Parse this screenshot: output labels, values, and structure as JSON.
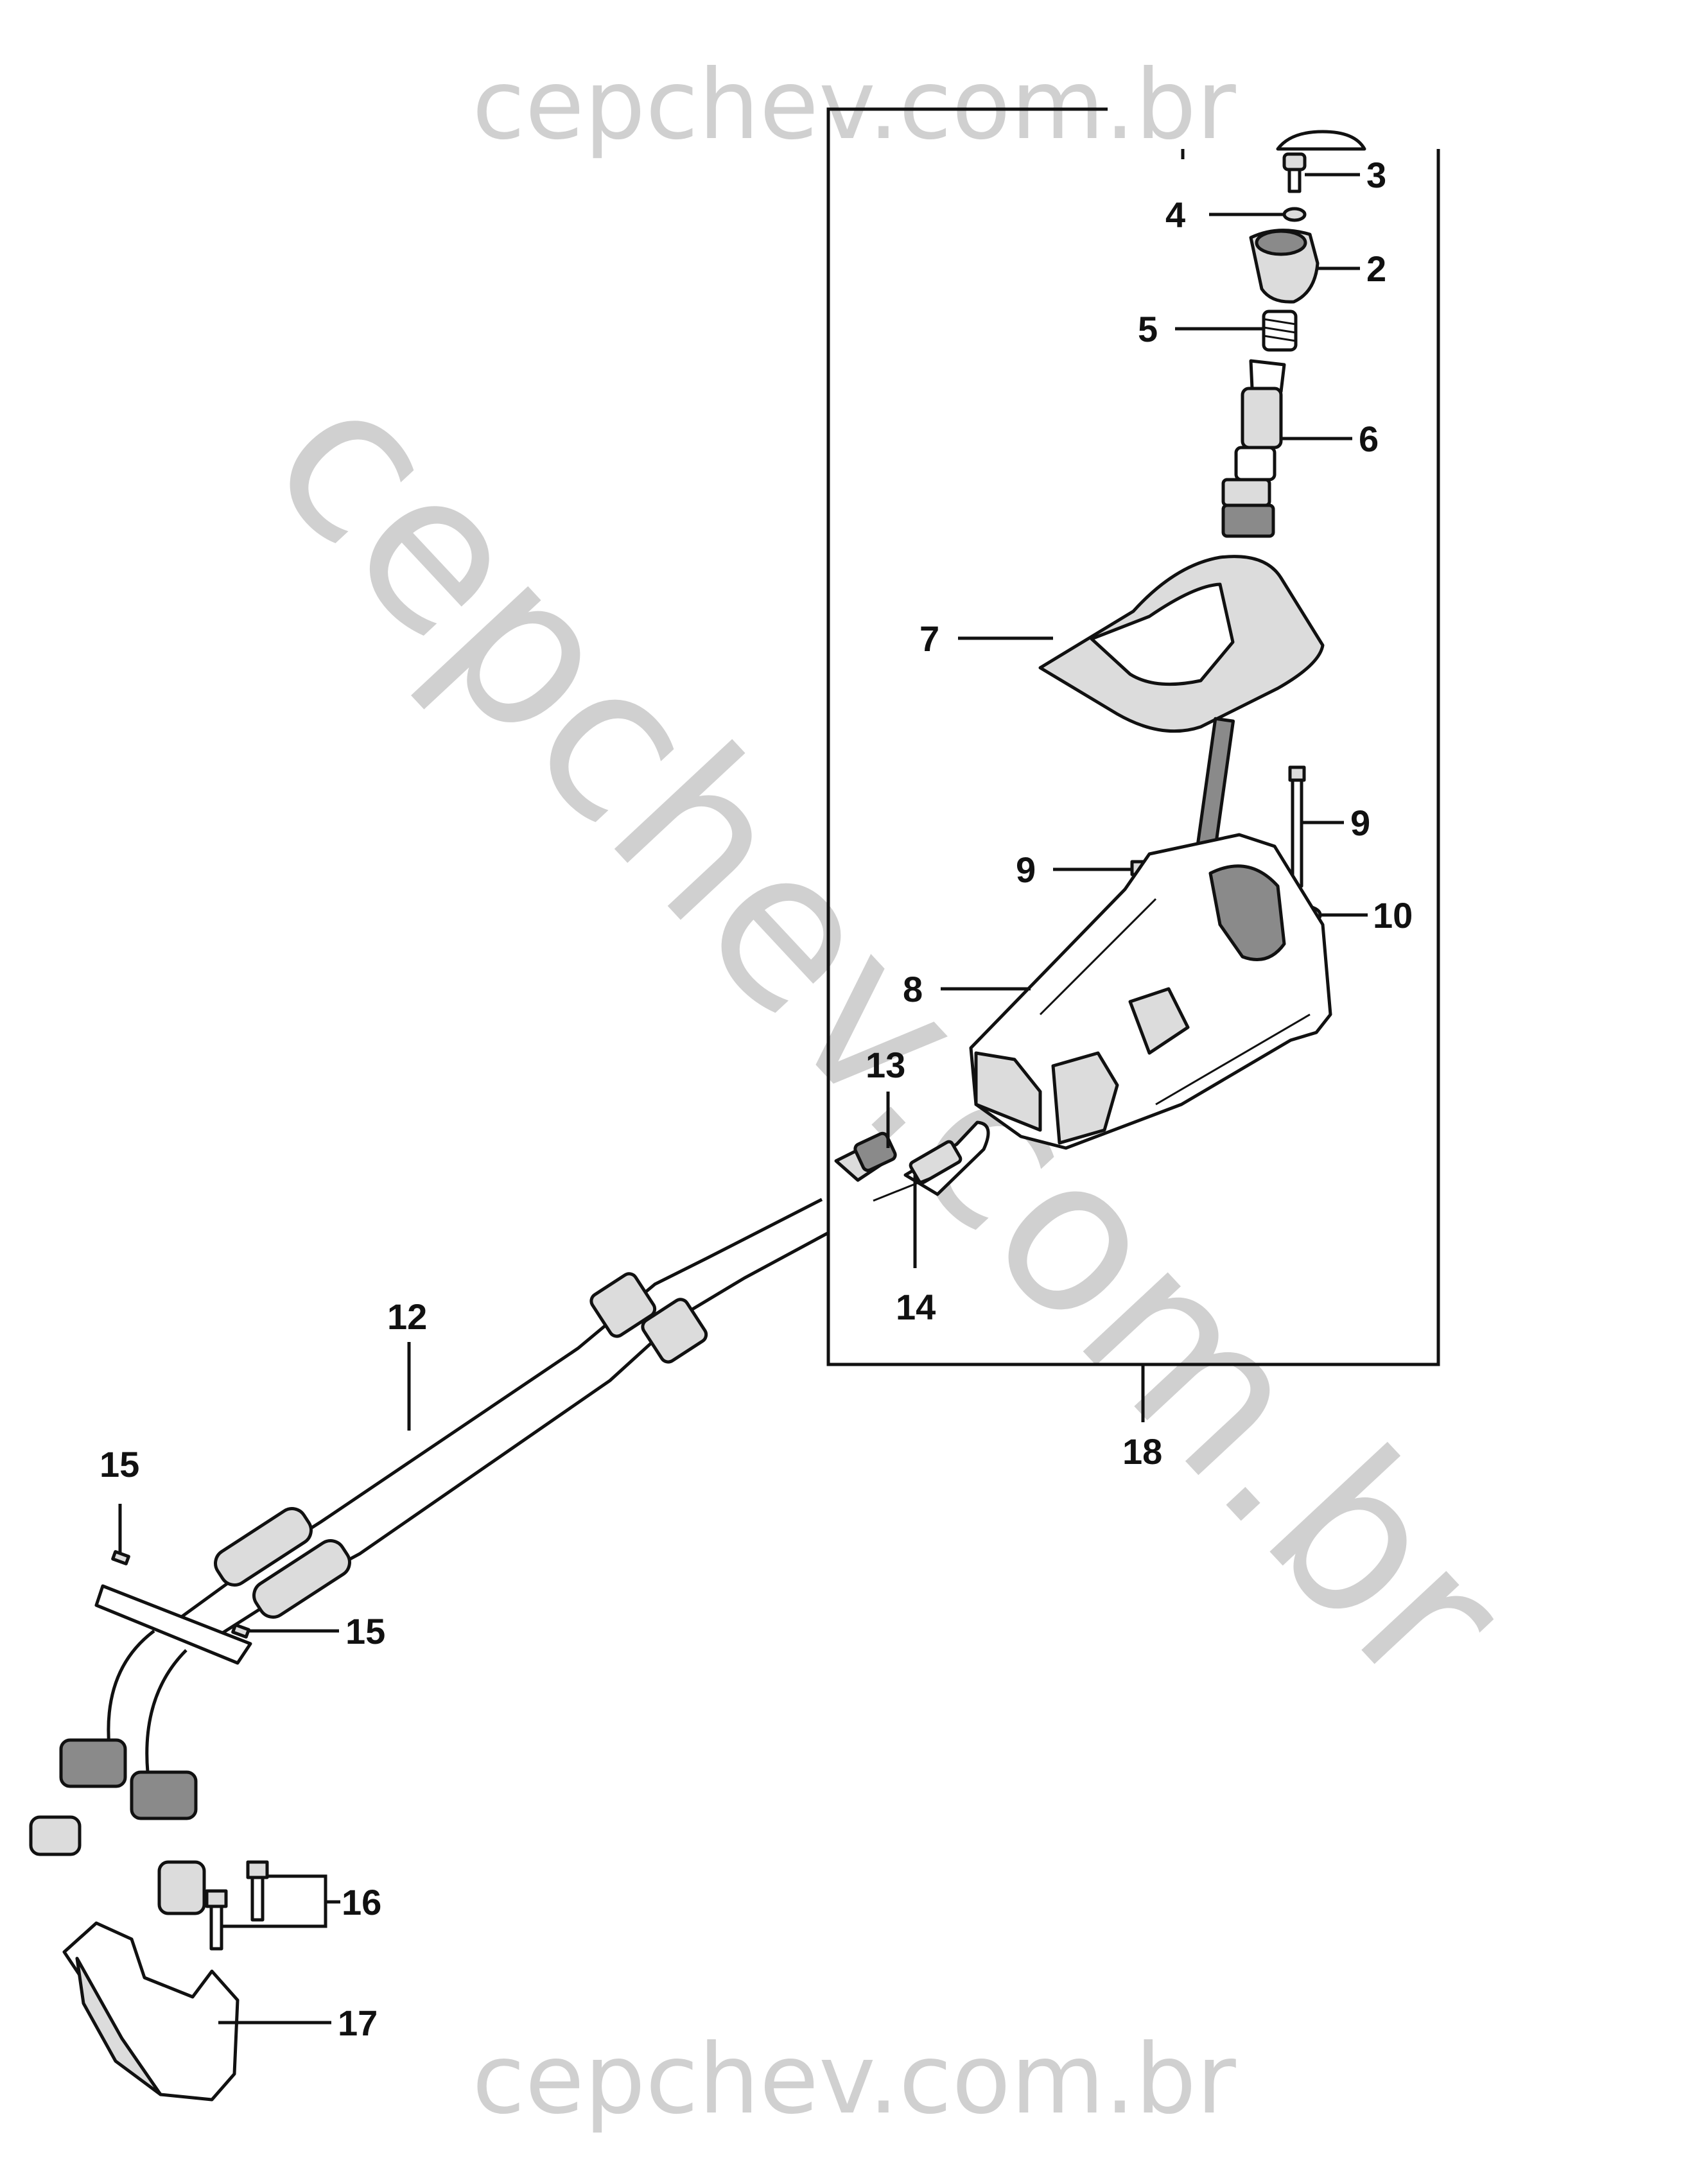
{
  "watermark": {
    "top": "cepchev.com.br",
    "bottom": "cepchev.com.br",
    "diagonal": "cepchev.com.br"
  },
  "callouts": [
    {
      "id": "c3",
      "label": "3"
    },
    {
      "id": "c4",
      "label": "4"
    },
    {
      "id": "c2",
      "label": "2"
    },
    {
      "id": "c5",
      "label": "5"
    },
    {
      "id": "c6",
      "label": "6"
    },
    {
      "id": "c7",
      "label": "7"
    },
    {
      "id": "c9a",
      "label": "9"
    },
    {
      "id": "c9b",
      "label": "9"
    },
    {
      "id": "c10",
      "label": "10"
    },
    {
      "id": "c8",
      "label": "8"
    },
    {
      "id": "c13",
      "label": "13"
    },
    {
      "id": "c14",
      "label": "14"
    },
    {
      "id": "c12",
      "label": "12"
    },
    {
      "id": "c18",
      "label": "18"
    },
    {
      "id": "c15a",
      "label": "15"
    },
    {
      "id": "c15b",
      "label": "15"
    },
    {
      "id": "c16",
      "label": "16"
    },
    {
      "id": "c17",
      "label": "17"
    }
  ]
}
